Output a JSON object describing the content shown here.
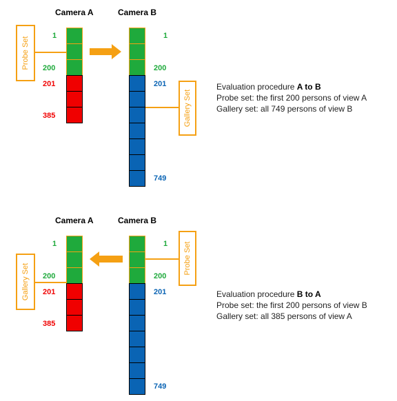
{
  "colors": {
    "probe_green": "#1faa3c",
    "red": "#f00000",
    "blue": "#0a64b4",
    "orange": "#f5a013"
  },
  "panels": [
    {
      "camera_a": "Camera A",
      "camera_b": "Camera B",
      "left_labels": {
        "top": "1",
        "mid": "200",
        "red": "201",
        "bottom": "385"
      },
      "right_labels": {
        "top": "1",
        "mid": "200",
        "blue": "201",
        "bottom": "749"
      },
      "left_set_label": "Probe Set",
      "right_set_label": "Gallery Set",
      "arrow": "right-arrow",
      "desc": {
        "line1_prefix": "Evaluation procedure ",
        "line1_bold": "A to B",
        "line2": "Probe set: the first 200 persons of view A",
        "line3": "Gallery set: all 749 persons of view B"
      }
    },
    {
      "camera_a": "Camera A",
      "camera_b": "Camera B",
      "left_labels": {
        "top": "1",
        "mid": "200",
        "red": "201",
        "bottom": "385"
      },
      "right_labels": {
        "top": "1",
        "mid": "200",
        "blue": "201",
        "bottom": "749"
      },
      "left_set_label": "Gallery Set",
      "right_set_label": "Probe Set",
      "arrow": "left-arrow",
      "desc": {
        "line1_prefix": "Evaluation procedure ",
        "line1_bold": "B to A",
        "line2": "Probe set: the first 200 persons of view B",
        "line3": "Gallery set: all 385 persons of view A"
      }
    }
  ]
}
